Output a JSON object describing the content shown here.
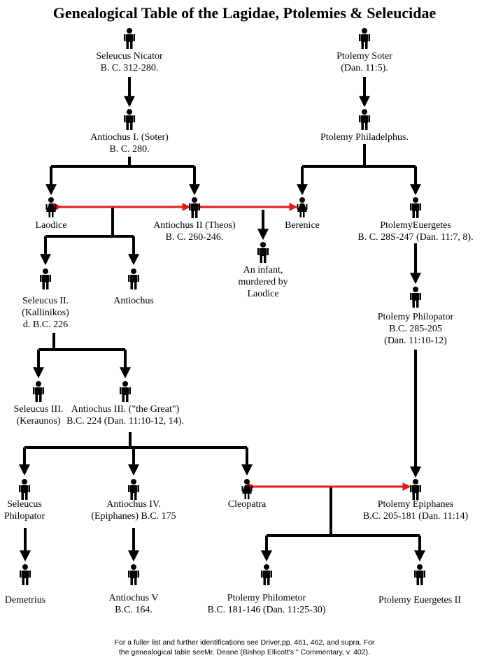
{
  "title": "Genealogical Table of the Lagidae, Ptolemies & Seleucidae",
  "colors": {
    "line": "#000000",
    "marriage": "#e8191e"
  },
  "people": {
    "seleucus_nicator": {
      "lines": [
        "Seleucus Nicator",
        "B. C. 312-280."
      ],
      "sex": "male"
    },
    "ptolemy_soter": {
      "lines": [
        "Ptolemy Soter",
        "(Dan. 11:5)."
      ],
      "sex": "male"
    },
    "antiochus_i": {
      "lines": [
        "Antiochus I. (Soter)",
        "B. C. 280."
      ],
      "sex": "male"
    },
    "ptolemy_philadelphus": {
      "lines": [
        "Ptolemy Philadelphus."
      ],
      "sex": "male"
    },
    "laodice": {
      "lines": [
        "Laodice"
      ],
      "sex": "female"
    },
    "antiochus_ii": {
      "lines": [
        "Antiochus II (Theos)",
        "B. C. 260-246."
      ],
      "sex": "male"
    },
    "berenice": {
      "lines": [
        "Berenice"
      ],
      "sex": "female"
    },
    "ptolemy_euergetes": {
      "lines": [
        "PtolemyEuergetes",
        "B. C. 28S-247 (Dan. 11:7, 8)."
      ],
      "sex": "male"
    },
    "infant": {
      "lines": [
        "An infant,",
        "murdered by",
        "Laodice"
      ],
      "sex": "male"
    },
    "seleucus_ii": {
      "lines": [
        "Seleucus II.",
        "(Kallinikos)",
        "d. B.C. 226"
      ],
      "sex": "male"
    },
    "antiochus": {
      "lines": [
        "Antiochus"
      ],
      "sex": "male"
    },
    "ptolemy_philopator": {
      "lines": [
        "Ptolemy Philopator",
        "B.C. 285-205",
        "(Dan. 11:10-12)"
      ],
      "sex": "male"
    },
    "seleucus_iii": {
      "lines": [
        "Seleucus III.",
        "(Keraunos)"
      ],
      "sex": "male"
    },
    "antiochus_iii": {
      "lines": [
        "Antiochus III. (\"the Great\")",
        "B.C. 224 (Dan. 11:10-12, 14)."
      ],
      "sex": "male"
    },
    "seleucus_philopator": {
      "lines": [
        "Seleucus",
        "Philopator"
      ],
      "sex": "male"
    },
    "antiochus_iv": {
      "lines": [
        "Antiochus IV.",
        "(Epiphanes) B.C. 175"
      ],
      "sex": "male"
    },
    "cleopatra": {
      "lines": [
        "Cleopatra"
      ],
      "sex": "female"
    },
    "ptolemy_epiphanes": {
      "lines": [
        "Ptolemy Epiphanes",
        "B.C. 205-181 (Dan. 11:14)"
      ],
      "sex": "male"
    },
    "demetrius": {
      "lines": [
        "Demetrius"
      ],
      "sex": "male"
    },
    "antiochus_v": {
      "lines": [
        "Antiochus V",
        "B.C. 164."
      ],
      "sex": "male"
    },
    "ptolemy_philometor": {
      "lines": [
        "Ptolemy Philometor",
        "B.C. 181-146 (Dan. 11:25-30)"
      ],
      "sex": "male"
    },
    "ptolemy_euergetes_ii": {
      "lines": [
        "Ptolemy Euergetes II"
      ],
      "sex": "male"
    }
  },
  "footnote": {
    "line1": "For a fuller list and further identifications see Driver,pp. 461, 462, and supra. For",
    "line2": "the genealogical table seeMr. Deane (Bishop Ellicott's \" Commentary, v. 402)."
  }
}
